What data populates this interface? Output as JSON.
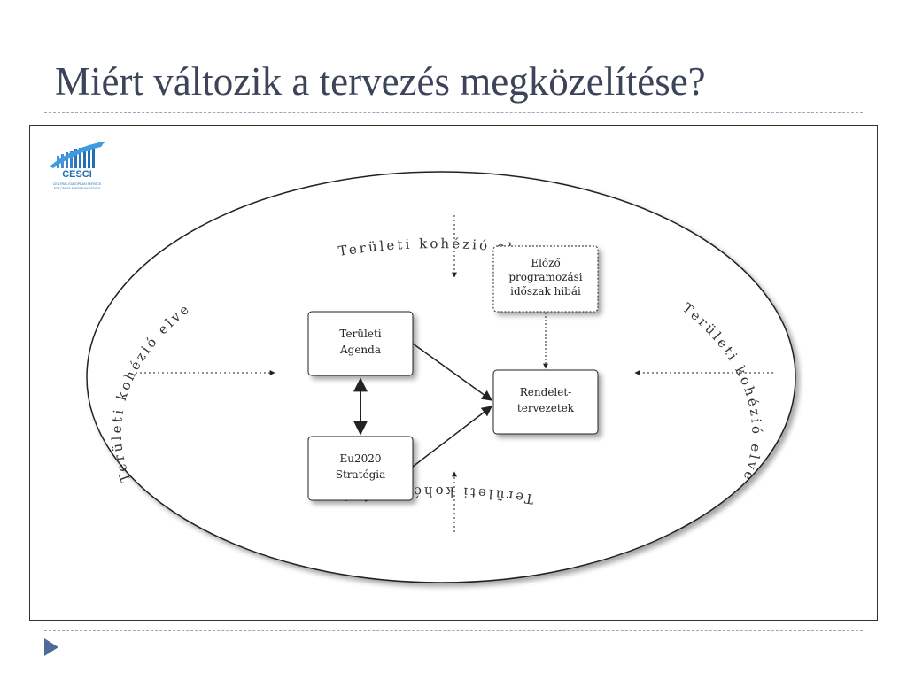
{
  "slide": {
    "title": "Miért változik a tervezés megközelítése?"
  },
  "logo": {
    "name": "CESCI",
    "line1": "CENTRAL EUROPEAN SERVICE",
    "line2": "FOR CROSS-BORDER INITIATIVES"
  },
  "diagram": {
    "ring_labels": {
      "top": "Területi kohézió elve",
      "left": "Területi kohézió elve",
      "right": "Területi kohézió elve",
      "bottom": "Területi kohézió elve"
    },
    "boxes": {
      "agenda": [
        "Területi",
        "Agenda"
      ],
      "eu2020": [
        "Eu2020",
        "Stratégia"
      ],
      "previous": [
        "Előző",
        "programozási",
        "időszak hibái"
      ],
      "drafts": [
        "Rendelet-",
        "tervezetek"
      ]
    }
  },
  "colors": {
    "title": "#3b4458",
    "logo_blue": "#1f6fb5",
    "nav_arrow": "#4f6a99"
  }
}
